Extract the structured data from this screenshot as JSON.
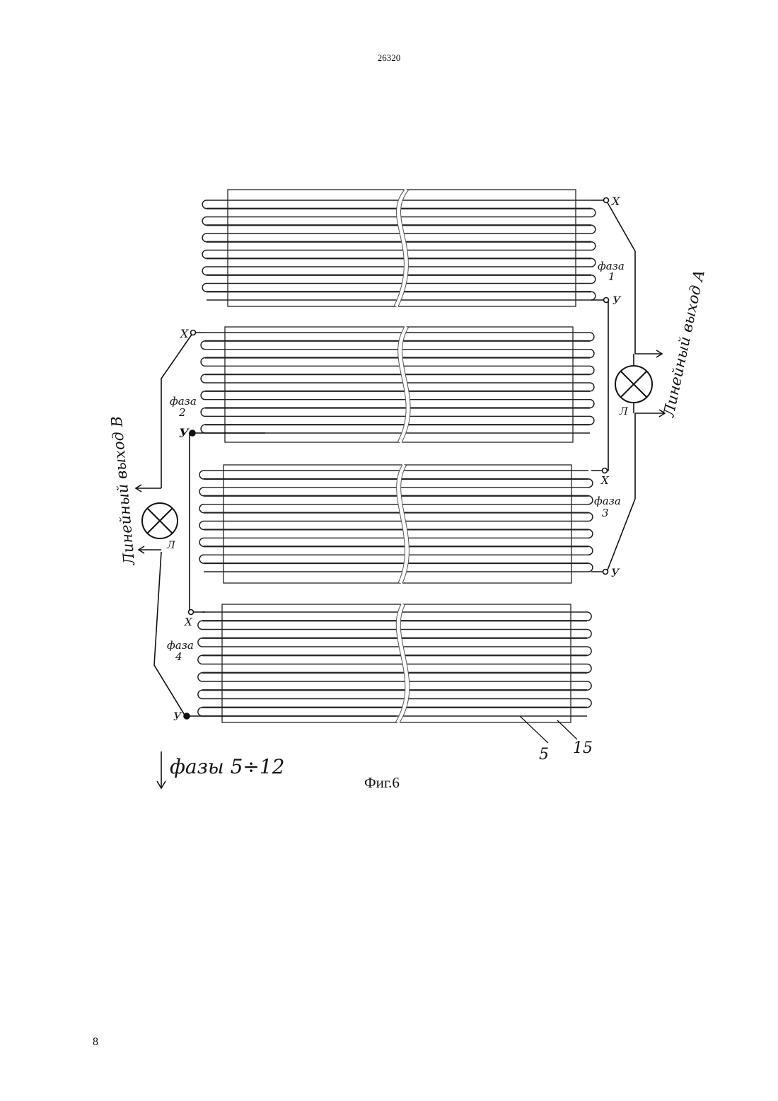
{
  "header": {
    "document_number": "26320"
  },
  "footer": {
    "page_number": "8"
  },
  "figure": {
    "caption": "Фиг.6",
    "phases": [
      {
        "word": "фаза",
        "number": "1"
      },
      {
        "word": "фаза",
        "number": "2"
      },
      {
        "word": "фаза",
        "number": "3"
      },
      {
        "word": "фаза",
        "number": "4"
      }
    ],
    "terminals": {
      "start": "Х",
      "end": "У"
    },
    "outputs": {
      "a": "Линейный выход А",
      "b": "Линейный выход В"
    },
    "lamp_label": "Л",
    "note": "фазы 5÷12",
    "refs": {
      "wire": "5",
      "plate": "15"
    }
  }
}
